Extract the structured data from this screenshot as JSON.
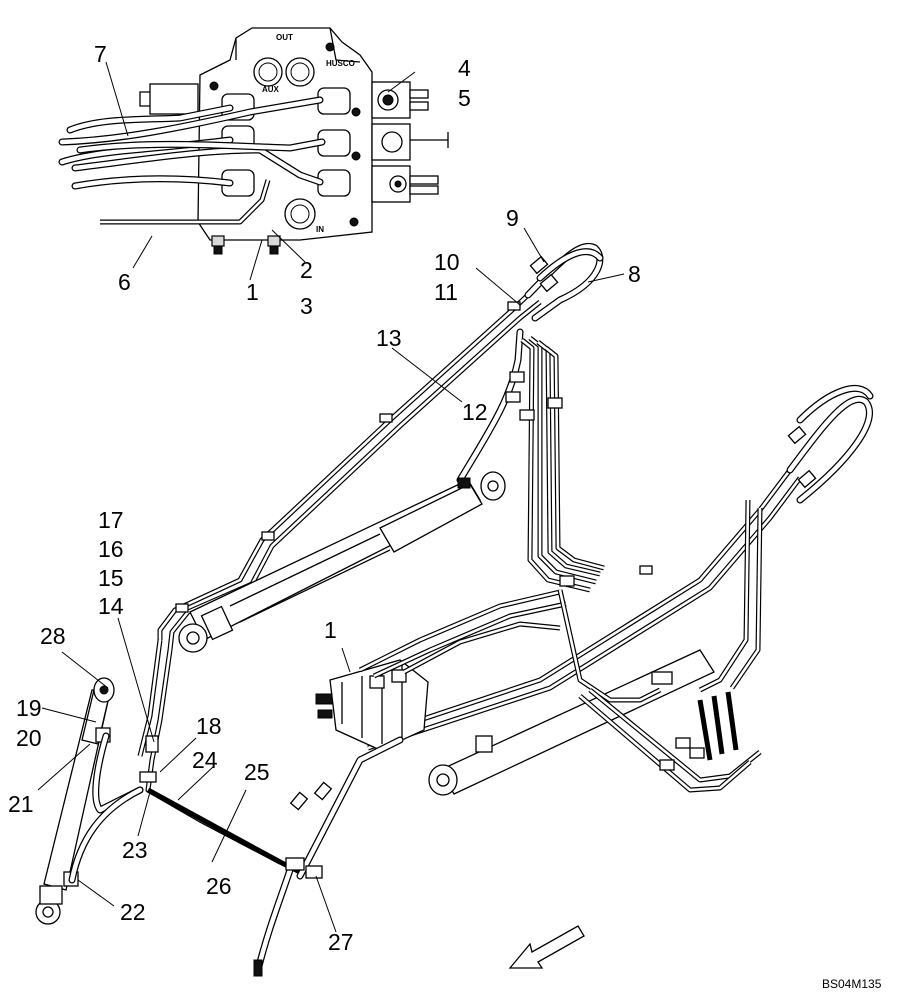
{
  "drawing_id": "BS04M135",
  "valve_labels": {
    "top": "OUT",
    "brand": "HUSCO",
    "aux": "AUX",
    "in": "IN"
  },
  "callouts": [
    {
      "id": "c1a",
      "text": "1"
    },
    {
      "id": "c2",
      "text": "2"
    },
    {
      "id": "c3",
      "text": "3"
    },
    {
      "id": "c4",
      "text": "4"
    },
    {
      "id": "c5",
      "text": "5"
    },
    {
      "id": "c6",
      "text": "6"
    },
    {
      "id": "c7",
      "text": "7"
    },
    {
      "id": "c8",
      "text": "8"
    },
    {
      "id": "c9",
      "text": "9"
    },
    {
      "id": "c10",
      "text": "10"
    },
    {
      "id": "c11",
      "text": "11"
    },
    {
      "id": "c12",
      "text": "12"
    },
    {
      "id": "c13",
      "text": "13"
    },
    {
      "id": "c14",
      "text": "14"
    },
    {
      "id": "c15",
      "text": "15"
    },
    {
      "id": "c16",
      "text": "16"
    },
    {
      "id": "c17",
      "text": "17"
    },
    {
      "id": "c18",
      "text": "18"
    },
    {
      "id": "c19",
      "text": "19"
    },
    {
      "id": "c20",
      "text": "20"
    },
    {
      "id": "c21",
      "text": "21"
    },
    {
      "id": "c22",
      "text": "22"
    },
    {
      "id": "c23",
      "text": "23"
    },
    {
      "id": "c24",
      "text": "24"
    },
    {
      "id": "c25",
      "text": "25"
    },
    {
      "id": "c26",
      "text": "26"
    },
    {
      "id": "c27",
      "text": "27"
    },
    {
      "id": "c28",
      "text": "28"
    },
    {
      "id": "c1b",
      "text": "1"
    }
  ]
}
